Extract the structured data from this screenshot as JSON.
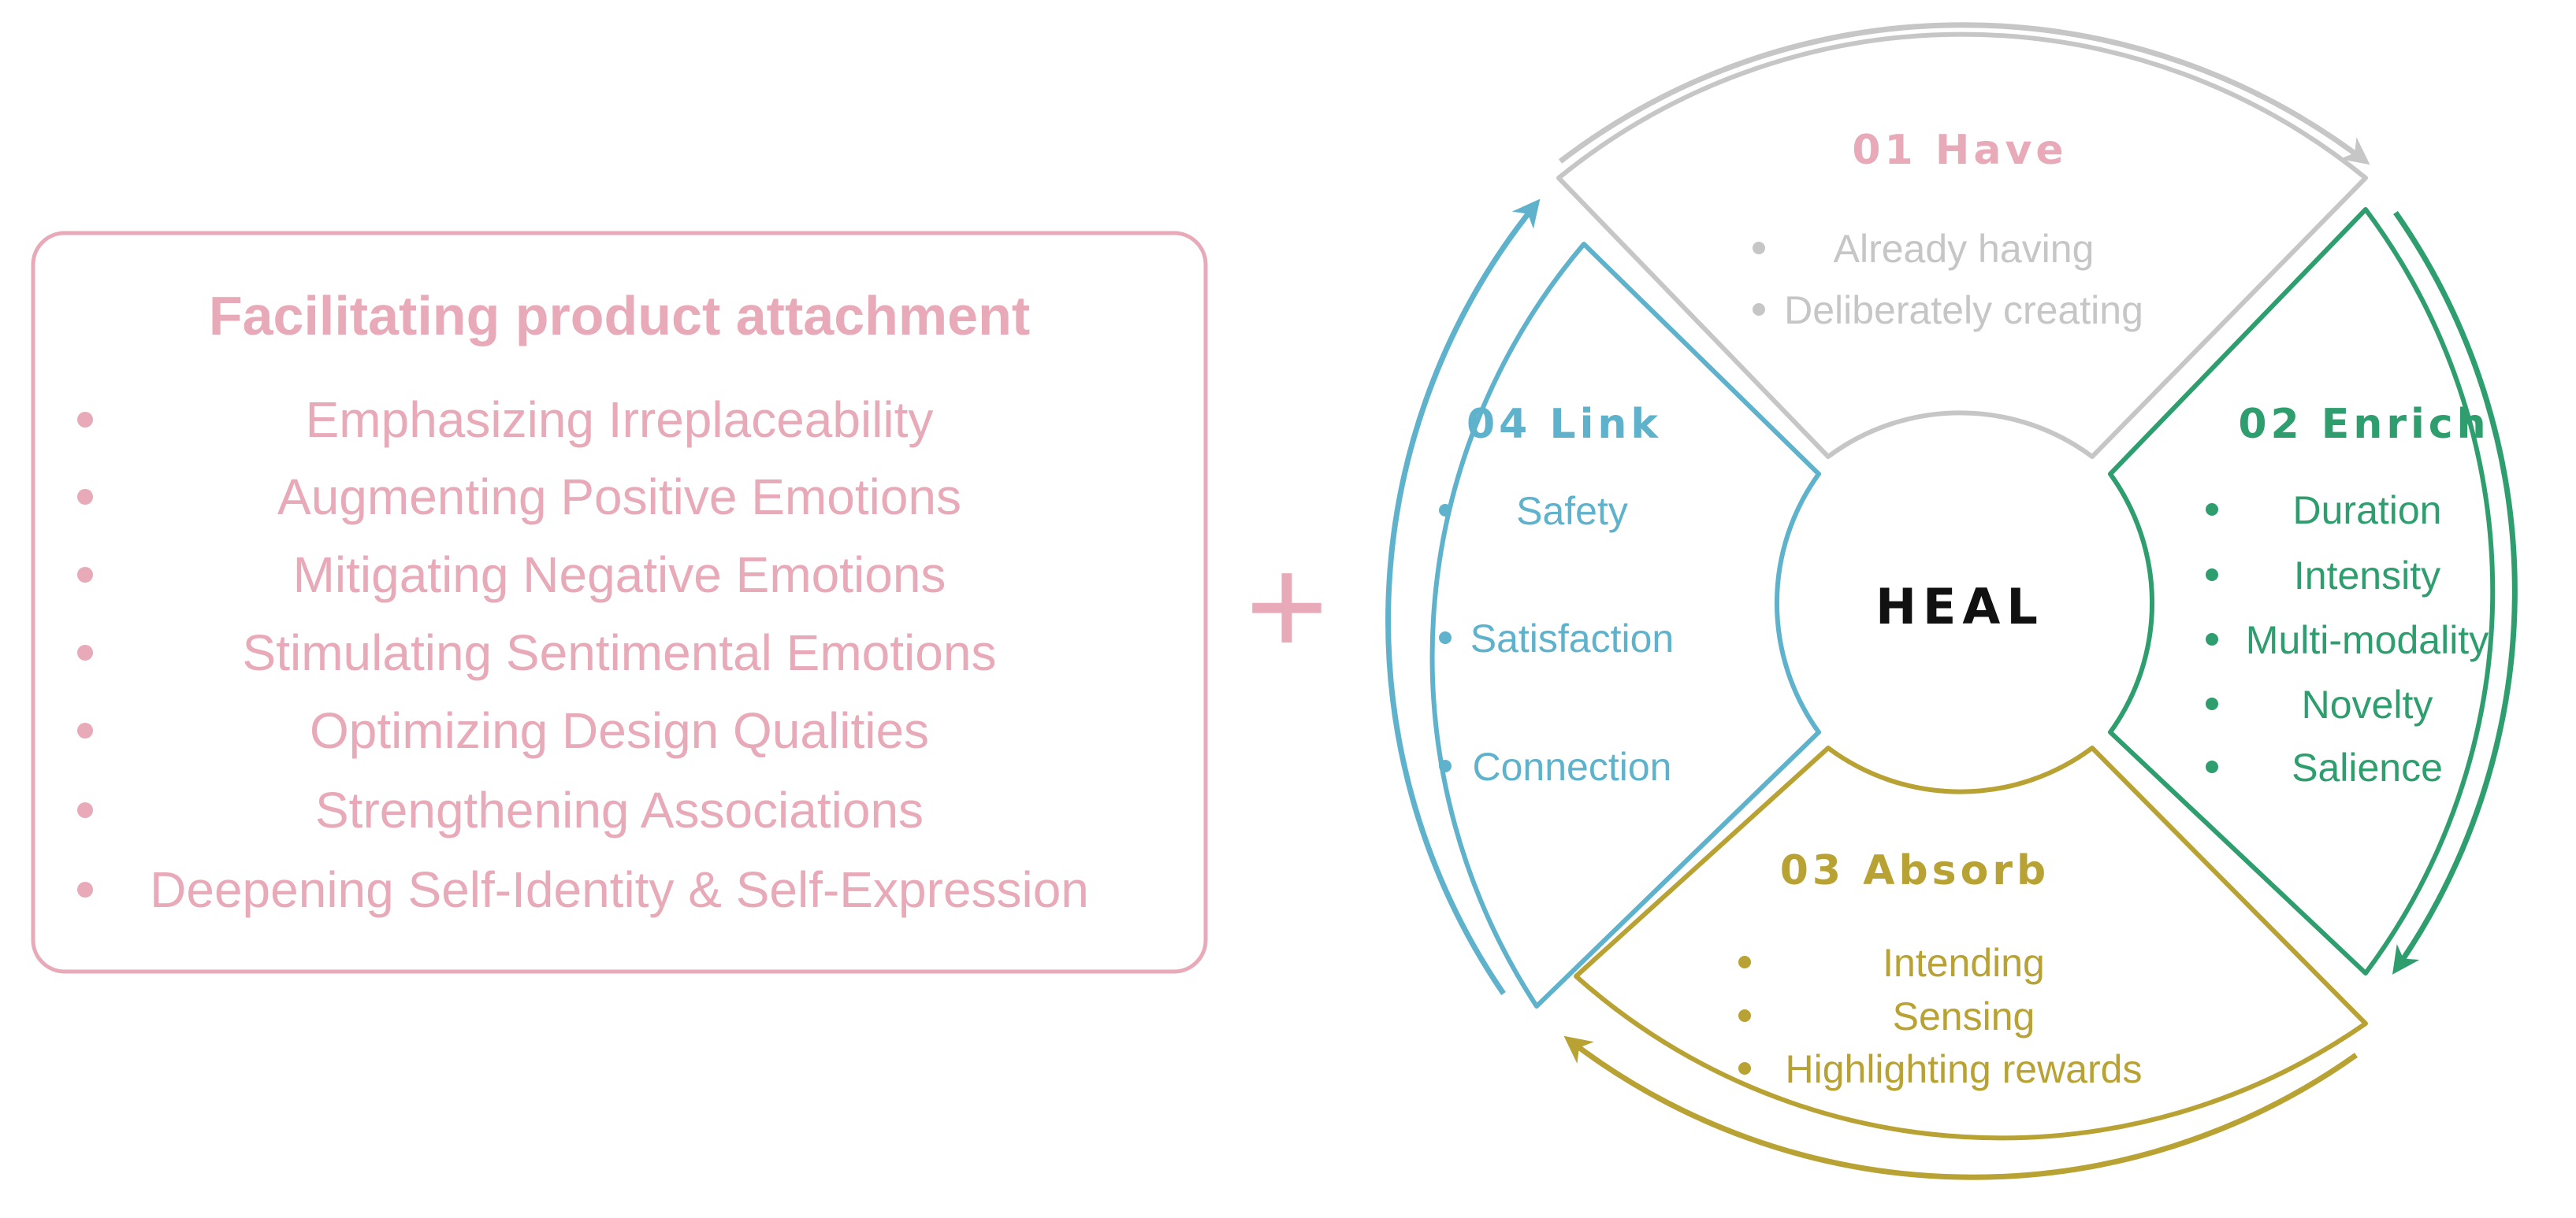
{
  "colors": {
    "pink": "#e8a9b8",
    "gray": "#c6c6c6",
    "green": "#2f9e6e",
    "gold": "#b8a233",
    "blue": "#5eb2cc",
    "dark": "#111111"
  },
  "attachment_box": {
    "title": "Facilitating product attachment",
    "items": [
      "Emphasizing Irreplaceability",
      "Augmenting Positive Emotions",
      "Mitigating Negative Emotions",
      "Stimulating Sentimental Emotions",
      "Optimizing Design Qualities",
      "Strengthening Associations",
      "Deepening Self-Identity & Self-Expression"
    ]
  },
  "plus_sign": "+",
  "heal": {
    "center_label": "HEAL",
    "sections": [
      {
        "id": "have",
        "title": "01 Have",
        "items": [
          "Already having",
          "Deliberately creating"
        ]
      },
      {
        "id": "enrich",
        "title": "02 Enrich",
        "items": [
          "Duration",
          "Intensity",
          "Multi-modality",
          "Novelty",
          "Salience"
        ]
      },
      {
        "id": "absorb",
        "title": "03 Absorb",
        "items": [
          "Intending",
          "Sensing",
          "Highlighting rewards"
        ]
      },
      {
        "id": "link",
        "title": "04 Link",
        "items": [
          "Safety",
          "Satisfaction",
          "Connection"
        ]
      }
    ]
  }
}
